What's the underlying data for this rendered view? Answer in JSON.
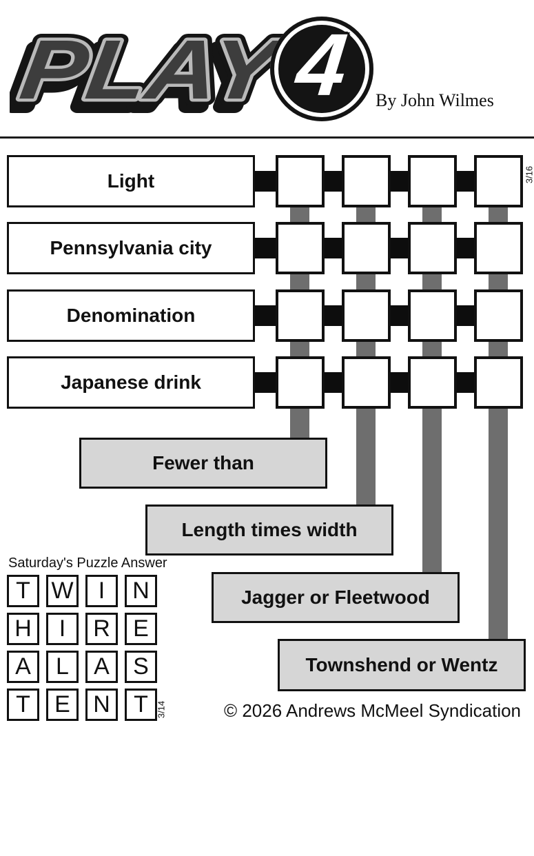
{
  "header": {
    "logo_text": "PLAY",
    "logo_number": "4",
    "byline": "By John Wilmes"
  },
  "puzzle": {
    "date_label": "3/16",
    "grid": {
      "rows": 4,
      "cols": 4
    },
    "across_clues": [
      {
        "label": "Light"
      },
      {
        "label": "Pennsylvania city"
      },
      {
        "label": "Denomination"
      },
      {
        "label": "Japanese drink"
      }
    ],
    "down_clues": [
      {
        "label": "Fewer than"
      },
      {
        "label": "Length times width"
      },
      {
        "label": "Jagger or Fleetwood"
      },
      {
        "label": "Townshend or Wentz"
      }
    ]
  },
  "previous_answer": {
    "title": "Saturday's Puzzle Answer",
    "date_label": "3/14",
    "rows": [
      [
        "T",
        "W",
        "I",
        "N"
      ],
      [
        "H",
        "I",
        "R",
        "E"
      ],
      [
        "A",
        "L",
        "A",
        "S"
      ],
      [
        "T",
        "E",
        "N",
        "T"
      ]
    ]
  },
  "footer": {
    "copyright": "© 2026 Andrews McMeel Syndication"
  },
  "colors": {
    "ink": "#111111",
    "connector_black": "#0d0d0d",
    "column_bar_gray": "#6e6e6e",
    "down_clue_fill": "#d6d6d6",
    "logo_letter_fill": "#3d3d3d",
    "logo_outline_silver": "#b9b9b9"
  }
}
